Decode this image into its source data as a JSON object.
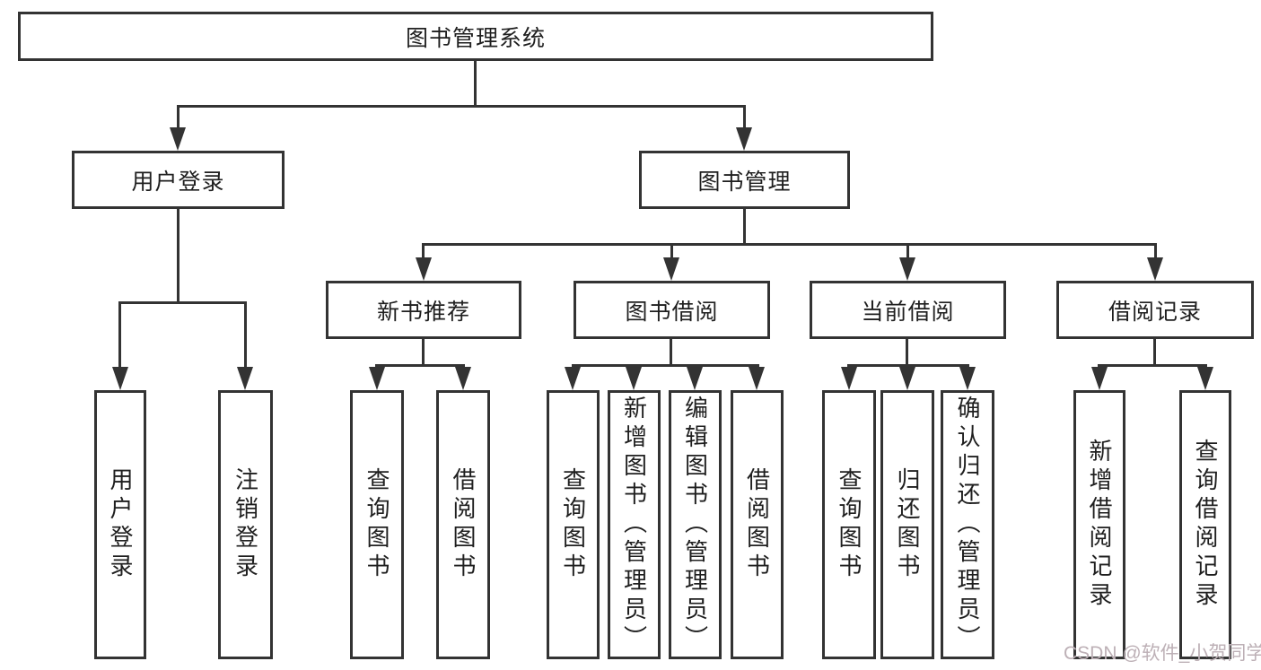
{
  "tree": {
    "root": {
      "label": "图书管理系统",
      "children": [
        {
          "label": "用户登录",
          "children": [
            {
              "label": "用户登录"
            },
            {
              "label": "注销登录"
            }
          ]
        },
        {
          "label": "图书管理",
          "children": [
            {
              "label": "新书推荐",
              "children": [
                {
                  "label": "查询图书"
                },
                {
                  "label": "借阅图书"
                }
              ]
            },
            {
              "label": "图书借阅",
              "children": [
                {
                  "label": "查询图书"
                },
                {
                  "label": "新增图书（管理员）"
                },
                {
                  "label": "编辑图书（管理员）"
                },
                {
                  "label": "借阅图书"
                }
              ]
            },
            {
              "label": "当前借阅",
              "children": [
                {
                  "label": "查询图书"
                },
                {
                  "label": "归还图书"
                },
                {
                  "label": "确认归还（管理员）"
                }
              ]
            },
            {
              "label": "借阅记录",
              "children": [
                {
                  "label": "新增借阅记录"
                },
                {
                  "label": "查询借阅记录"
                }
              ]
            }
          ]
        }
      ]
    }
  },
  "watermark": {
    "text": "CSDN @软件_小贺同学",
    "color": "#bdb0b6"
  },
  "colors": {
    "line": "#333333",
    "text": "#1f1f1f",
    "background": "#ffffff"
  }
}
